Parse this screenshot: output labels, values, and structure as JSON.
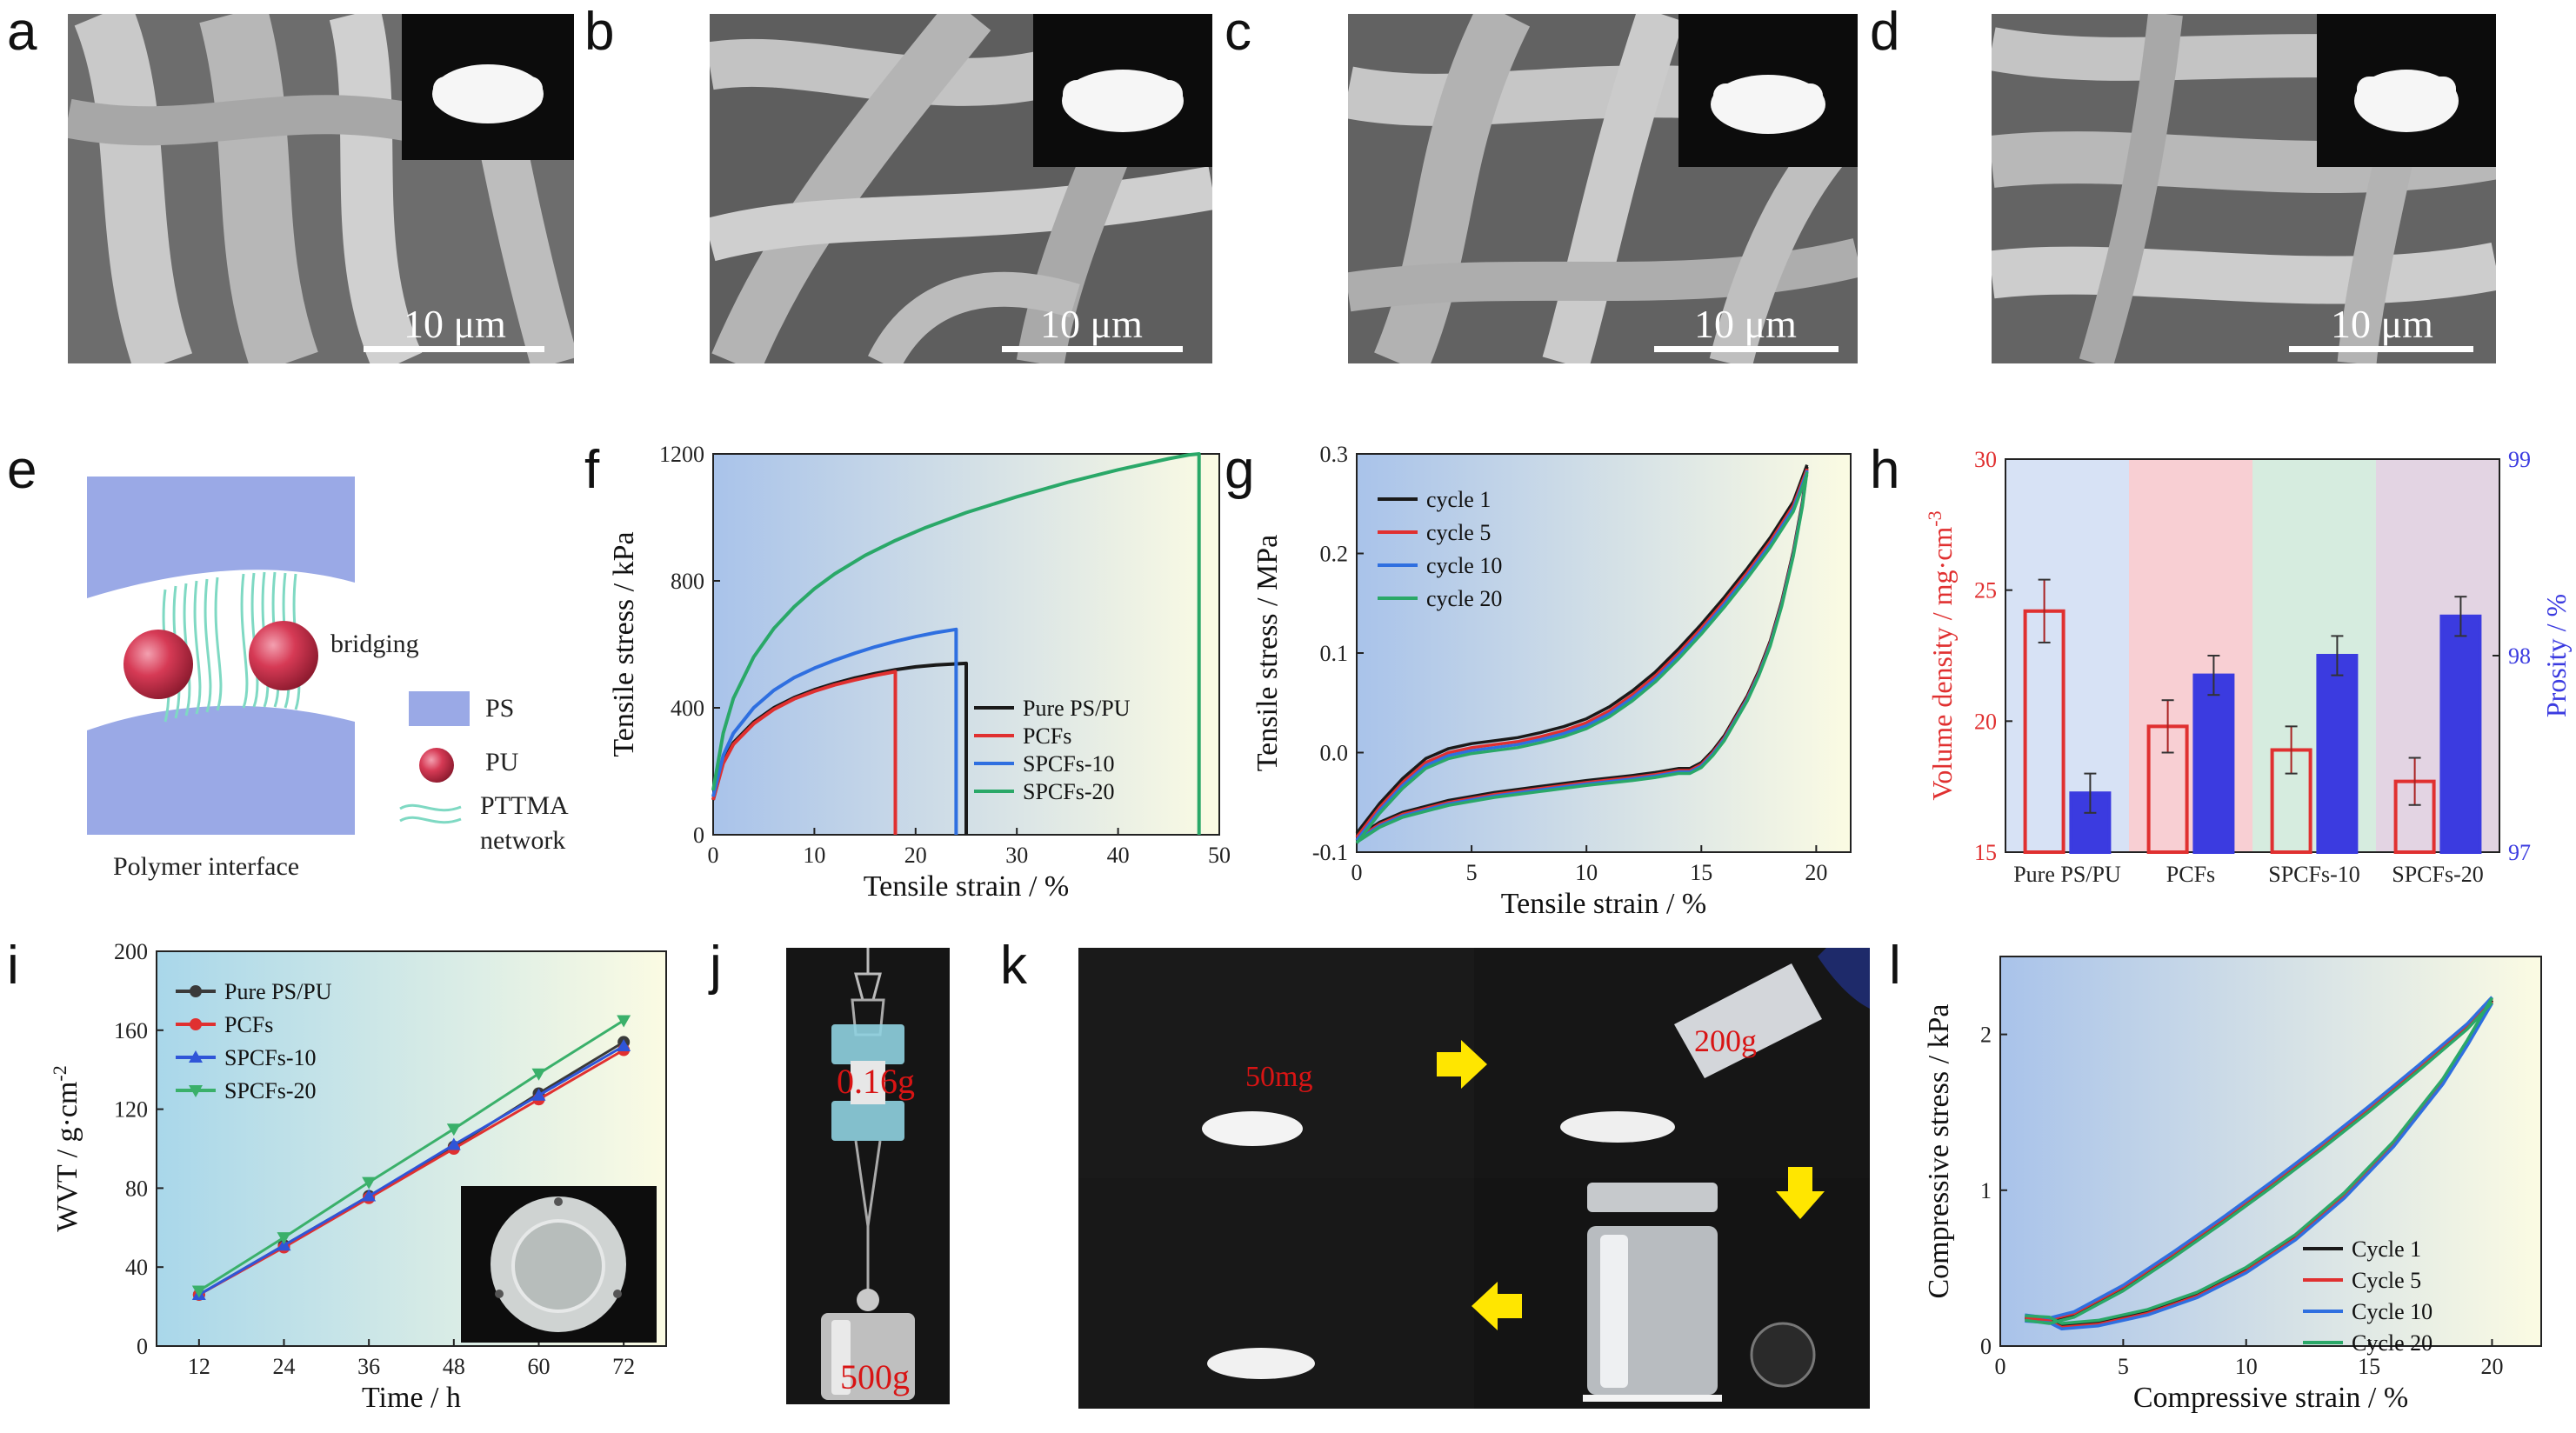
{
  "panel_letters": [
    "a",
    "b",
    "c",
    "d",
    "e",
    "f",
    "g",
    "h",
    "i",
    "j",
    "k",
    "l"
  ],
  "sem": {
    "scalebar": "10 μm"
  },
  "schematic": {
    "bridging": "bridging",
    "legend_ps": "PS",
    "legend_pu": "PU",
    "legend_pttma_1": "PTTMA",
    "legend_pttma_2": "network",
    "caption": "Polymer interface",
    "colors": {
      "ps": "#9aa9e6",
      "pu": "#d63a55",
      "pttma": "#7fd9c3"
    }
  },
  "photos": {
    "j_top": "0.16g",
    "j_bottom": "500g",
    "k_light": "50mg",
    "k_heavy": "200g",
    "arrow_color": "#ffe600"
  },
  "chart_data": [
    {
      "id": "f",
      "type": "line",
      "xlabel": "Tensile strain / %",
      "ylabel": "Tensile stress / kPa",
      "xlim": [
        0,
        50
      ],
      "ylim": [
        0,
        1200
      ],
      "xticks": [
        0,
        10,
        20,
        30,
        40,
        50
      ],
      "yticks": [
        0,
        400,
        800,
        1200
      ],
      "legend_position": "bottom-right",
      "series": [
        {
          "name": "Pure PS/PU",
          "color": "#1a1a1a",
          "points": [
            [
              0,
              110
            ],
            [
              1,
              230
            ],
            [
              2,
              290
            ],
            [
              4,
              355
            ],
            [
              6,
              400
            ],
            [
              8,
              432
            ],
            [
              10,
              457
            ],
            [
              12,
              477
            ],
            [
              14,
              494
            ],
            [
              16,
              508
            ],
            [
              18,
              520
            ],
            [
              20,
              529
            ],
            [
              22,
              535
            ],
            [
              25,
              540
            ],
            [
              25,
              0
            ]
          ]
        },
        {
          "name": "PCFs",
          "color": "#e03030",
          "points": [
            [
              0,
              110
            ],
            [
              1,
              225
            ],
            [
              2,
              285
            ],
            [
              4,
              350
            ],
            [
              6,
              395
            ],
            [
              8,
              428
            ],
            [
              10,
              452
            ],
            [
              12,
              472
            ],
            [
              14,
              488
            ],
            [
              16,
              502
            ],
            [
              18,
              514
            ],
            [
              18,
              0
            ]
          ]
        },
        {
          "name": "SPCFs-10",
          "color": "#2f6fe0",
          "points": [
            [
              0,
              120
            ],
            [
              1,
              250
            ],
            [
              2,
              320
            ],
            [
              4,
              400
            ],
            [
              6,
              455
            ],
            [
              8,
              495
            ],
            [
              10,
              525
            ],
            [
              12,
              550
            ],
            [
              14,
              572
            ],
            [
              16,
              592
            ],
            [
              18,
              609
            ],
            [
              20,
              624
            ],
            [
              22,
              637
            ],
            [
              24,
              647
            ],
            [
              24,
              0
            ]
          ]
        },
        {
          "name": "SPCFs-20",
          "color": "#2aa868",
          "points": [
            [
              0,
              140
            ],
            [
              1,
              320
            ],
            [
              2,
              430
            ],
            [
              4,
              560
            ],
            [
              6,
              650
            ],
            [
              8,
              718
            ],
            [
              10,
              775
            ],
            [
              12,
              822
            ],
            [
              15,
              880
            ],
            [
              18,
              927
            ],
            [
              21,
              968
            ],
            [
              25,
              1015
            ],
            [
              30,
              1065
            ],
            [
              35,
              1110
            ],
            [
              40,
              1150
            ],
            [
              45,
              1185
            ],
            [
              47,
              1197
            ],
            [
              48,
              1200
            ],
            [
              48,
              0
            ]
          ]
        }
      ]
    },
    {
      "id": "g",
      "type": "line",
      "xlabel": "Tensile strain / %",
      "ylabel": "Tensile stress / MPa",
      "xlim": [
        0,
        21.5
      ],
      "ylim": [
        -0.1,
        0.3
      ],
      "xticks": [
        0,
        5,
        10,
        15,
        20
      ],
      "yticks": [
        -0.1,
        0.0,
        0.1,
        0.2,
        0.3
      ],
      "legend_position": "top-left",
      "series": [
        {
          "name": "cycle 1",
          "color": "#1a1a1a"
        },
        {
          "name": "cycle 5",
          "color": "#e03030"
        },
        {
          "name": "cycle 10",
          "color": "#2f6fe0"
        },
        {
          "name": "cycle 20",
          "color": "#2aa868"
        }
      ],
      "loading": [
        [
          0,
          -0.085
        ],
        [
          1,
          -0.055
        ],
        [
          2,
          -0.03
        ],
        [
          3,
          -0.01
        ],
        [
          4,
          0.0
        ],
        [
          5,
          0.005
        ],
        [
          6,
          0.008
        ],
        [
          7,
          0.011
        ],
        [
          8,
          0.016
        ],
        [
          9,
          0.022
        ],
        [
          10,
          0.03
        ],
        [
          11,
          0.042
        ],
        [
          12,
          0.058
        ],
        [
          13,
          0.077
        ],
        [
          14,
          0.1
        ],
        [
          15,
          0.125
        ],
        [
          16,
          0.152
        ],
        [
          17,
          0.181
        ],
        [
          18,
          0.212
        ],
        [
          19,
          0.248
        ],
        [
          19.6,
          0.285
        ]
      ],
      "unloading": [
        [
          19.6,
          0.285
        ],
        [
          19.4,
          0.25
        ],
        [
          19,
          0.2
        ],
        [
          18.5,
          0.15
        ],
        [
          18,
          0.11
        ],
        [
          17.5,
          0.08
        ],
        [
          17,
          0.055
        ],
        [
          16.5,
          0.035
        ],
        [
          16,
          0.015
        ],
        [
          15.5,
          0.0
        ],
        [
          15,
          -0.012
        ],
        [
          14.5,
          -0.018
        ],
        [
          14,
          -0.018
        ],
        [
          13,
          -0.022
        ],
        [
          12,
          -0.025
        ],
        [
          10,
          -0.03
        ],
        [
          8,
          -0.036
        ],
        [
          6,
          -0.042
        ],
        [
          4,
          -0.05
        ],
        [
          2,
          -0.062
        ],
        [
          1,
          -0.072
        ],
        [
          0,
          -0.087
        ]
      ]
    },
    {
      "id": "h",
      "type": "bar",
      "categories": [
        "Pure PS/PU",
        "PCFs",
        "SPCFs-10",
        "SPCFs-20"
      ],
      "ylabel": "Volume density / mg·cm",
      "ylabel_sup": "-3",
      "y2label": "Prosity / %",
      "ylim": [
        15,
        30
      ],
      "y2lim": [
        97,
        99
      ],
      "yticks": [
        15,
        20,
        25,
        30
      ],
      "y2ticks": [
        97,
        98,
        99
      ],
      "left_axis_color": "#e03030",
      "right_axis_color": "#3b3be0",
      "category_bg": [
        "#d7e2f5",
        "#f8cfd3",
        "#d6ecdf",
        "#e3d4e3"
      ],
      "series": [
        {
          "axis": "left",
          "color": "#e03030",
          "fill": "none",
          "values": [
            24.2,
            19.8,
            18.9,
            17.7
          ],
          "errors": [
            1.2,
            1.0,
            0.9,
            0.9
          ]
        },
        {
          "axis": "right",
          "color": "#3b3be0",
          "fill": "#3b3be0",
          "values": [
            97.3,
            97.9,
            98.0,
            98.2
          ],
          "errors": [
            0.1,
            0.1,
            0.1,
            0.1
          ]
        }
      ]
    },
    {
      "id": "i",
      "type": "line",
      "xlabel": "Time / h",
      "ylabel": "WVT / g·cm",
      "ylabel_sup": "-2",
      "xlim": [
        6,
        78
      ],
      "ylim": [
        0,
        200
      ],
      "xticks": [
        12,
        24,
        36,
        48,
        60,
        72
      ],
      "yticks": [
        0,
        40,
        80,
        120,
        160,
        200
      ],
      "legend_position": "top-left",
      "series": [
        {
          "name": "Pure PS/PU",
          "color": "#3a3a3a",
          "marker": "circle",
          "x": [
            12,
            24,
            36,
            48,
            60,
            72
          ],
          "values": [
            26,
            51,
            76,
            101,
            128,
            154
          ]
        },
        {
          "name": "PCFs",
          "color": "#e03030",
          "marker": "circle",
          "x": [
            12,
            24,
            36,
            48,
            60,
            72
          ],
          "values": [
            26,
            50,
            75,
            100,
            125,
            150
          ]
        },
        {
          "name": "SPCFs-10",
          "color": "#2f55d8",
          "marker": "triangle",
          "x": [
            12,
            24,
            36,
            48,
            60,
            72
          ],
          "values": [
            26,
            51,
            76,
            102,
            127,
            152
          ]
        },
        {
          "name": "SPCFs-20",
          "color": "#3ab06a",
          "marker": "triangle-down",
          "x": [
            12,
            24,
            36,
            48,
            60,
            72
          ],
          "values": [
            28,
            55,
            83,
            110,
            138,
            165
          ]
        }
      ]
    },
    {
      "id": "l",
      "type": "line",
      "xlabel": "Compressive strain / %",
      "ylabel": "Compressive stress / kPa",
      "xlim": [
        0,
        22
      ],
      "ylim": [
        0,
        2.5
      ],
      "xticks": [
        0,
        5,
        10,
        15,
        20
      ],
      "yticks": [
        0,
        1,
        2
      ],
      "legend_position": "bottom-right",
      "series": [
        {
          "name": "Cycle 1",
          "color": "#1a1a1a"
        },
        {
          "name": "Cycle 5",
          "color": "#e03030"
        },
        {
          "name": "Cycle 10",
          "color": "#2f6fe0"
        },
        {
          "name": "Cycle 20",
          "color": "#2aa868"
        }
      ],
      "loading": [
        [
          1,
          0.18
        ],
        [
          2,
          0.16
        ],
        [
          3,
          0.2
        ],
        [
          5,
          0.37
        ],
        [
          7,
          0.58
        ],
        [
          9,
          0.8
        ],
        [
          11,
          1.03
        ],
        [
          13,
          1.27
        ],
        [
          15,
          1.52
        ],
        [
          17,
          1.78
        ],
        [
          19,
          2.05
        ],
        [
          20,
          2.22
        ]
      ],
      "unloading": [
        [
          20,
          2.22
        ],
        [
          19,
          1.95
        ],
        [
          18,
          1.7
        ],
        [
          16,
          1.3
        ],
        [
          14,
          0.97
        ],
        [
          12,
          0.7
        ],
        [
          10,
          0.49
        ],
        [
          8,
          0.33
        ],
        [
          6,
          0.22
        ],
        [
          4,
          0.15
        ],
        [
          2.5,
          0.13
        ],
        [
          2,
          0.17
        ],
        [
          1,
          0.18
        ]
      ]
    }
  ]
}
